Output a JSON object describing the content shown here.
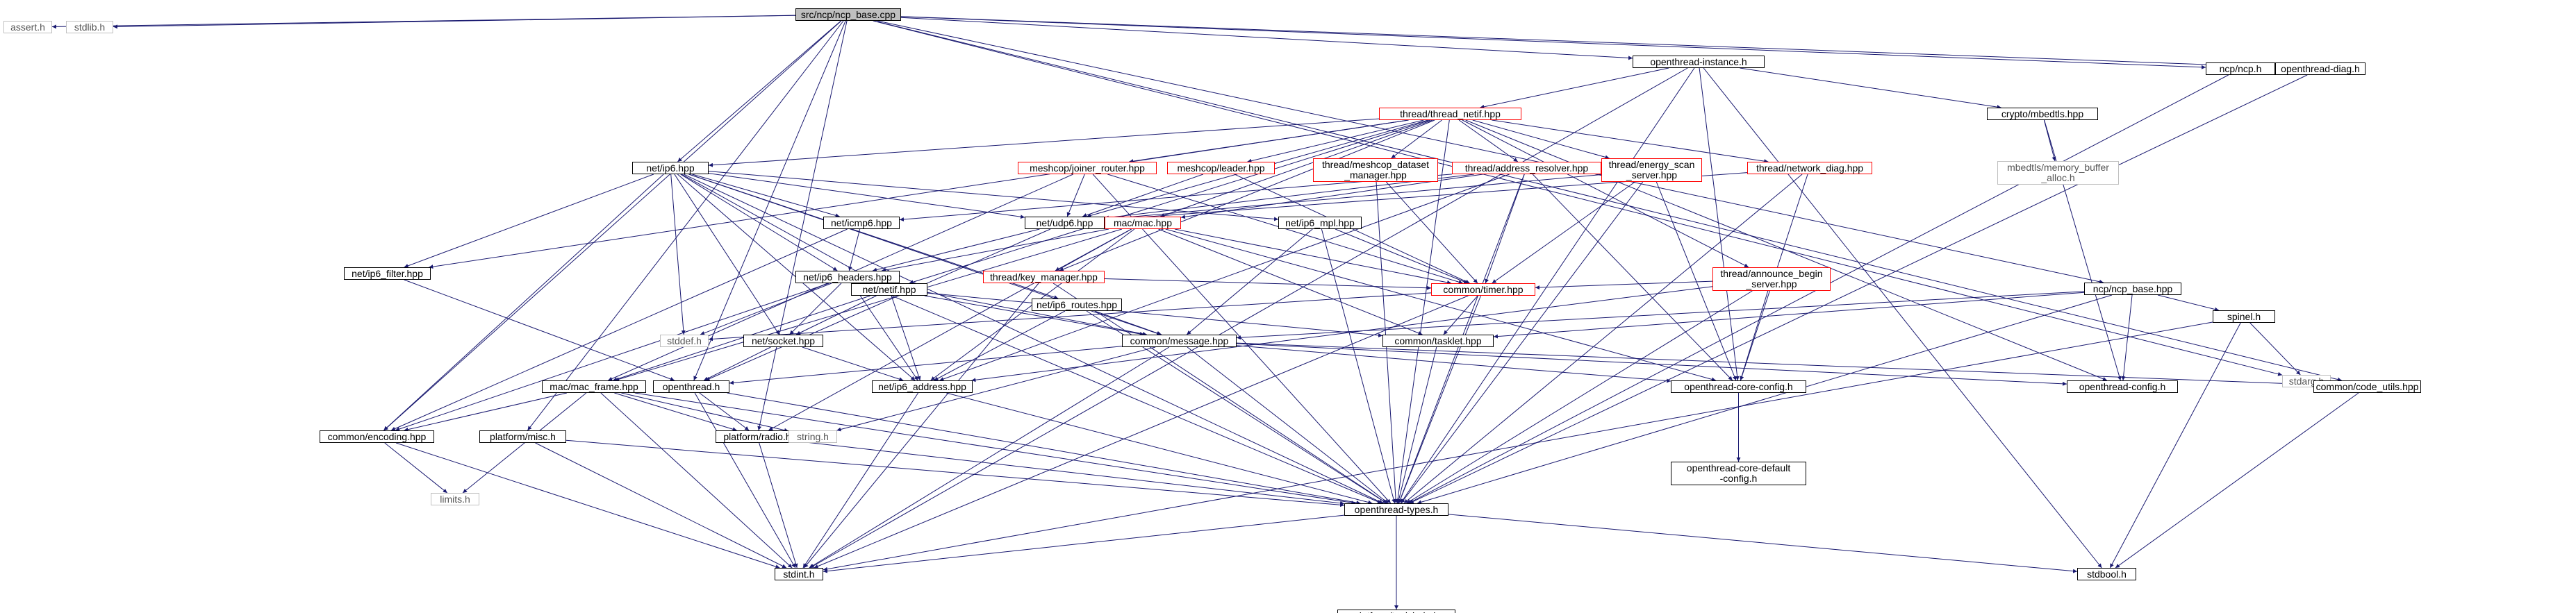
{
  "nodes": [
    {
      "id": "ncp_base_cpp",
      "label": "src/ncp/ncp_base.cpp",
      "kind": "root"
    },
    {
      "id": "assert_h",
      "label": "assert.h",
      "kind": "gray"
    },
    {
      "id": "stdlib_h",
      "label": "stdlib.h",
      "kind": "gray"
    },
    {
      "id": "ot_instance",
      "label": "openthread-instance.h",
      "kind": "normal"
    },
    {
      "id": "ncp_h",
      "label": "ncp/ncp.h",
      "kind": "normal"
    },
    {
      "id": "ot_diag",
      "label": "openthread-diag.h",
      "kind": "normal"
    },
    {
      "id": "thread_netif",
      "label": "thread/thread_netif.hpp",
      "kind": "red"
    },
    {
      "id": "crypto_mbedtls",
      "label": "crypto/mbedtls.hpp",
      "kind": "normal"
    },
    {
      "id": "mbedtls_membuf",
      "label": "mbedtls/memory_buffer\n_alloc.h",
      "kind": "gray"
    },
    {
      "id": "net_ip6",
      "label": "net/ip6.hpp",
      "kind": "normal"
    },
    {
      "id": "joiner_router",
      "label": "meshcop/joiner_router.hpp",
      "kind": "red"
    },
    {
      "id": "meshcop_leader",
      "label": "meshcop/leader.hpp",
      "kind": "red"
    },
    {
      "id": "meshcop_dataset",
      "label": "thread/meshcop_dataset\n_manager.hpp",
      "kind": "red"
    },
    {
      "id": "address_resolver",
      "label": "thread/address_resolver.hpp",
      "kind": "red"
    },
    {
      "id": "energy_scan",
      "label": "thread/energy_scan\n_server.hpp",
      "kind": "red"
    },
    {
      "id": "network_diag",
      "label": "thread/network_diag.hpp",
      "kind": "red"
    },
    {
      "id": "net_icmp6",
      "label": "net/icmp6.hpp",
      "kind": "normal"
    },
    {
      "id": "net_udp6",
      "label": "net/udp6.hpp",
      "kind": "normal"
    },
    {
      "id": "mac_mac",
      "label": "mac/mac.hpp",
      "kind": "red"
    },
    {
      "id": "net_ip6_mpl",
      "label": "net/ip6_mpl.hpp",
      "kind": "normal"
    },
    {
      "id": "net_ip6_filter",
      "label": "net/ip6_filter.hpp",
      "kind": "normal"
    },
    {
      "id": "net_ip6_headers",
      "label": "net/ip6_headers.hpp",
      "kind": "normal"
    },
    {
      "id": "key_manager",
      "label": "thread/key_manager.hpp",
      "kind": "red"
    },
    {
      "id": "announce_begin",
      "label": "thread/announce_begin\n_server.hpp",
      "kind": "red"
    },
    {
      "id": "net_netif",
      "label": "net/netif.hpp",
      "kind": "normal"
    },
    {
      "id": "net_ip6_routes",
      "label": "net/ip6_routes.hpp",
      "kind": "normal"
    },
    {
      "id": "common_timer",
      "label": "common/timer.hpp",
      "kind": "red"
    },
    {
      "id": "ncp_base_hpp",
      "label": "ncp/ncp_base.hpp",
      "kind": "normal"
    },
    {
      "id": "spinel_h",
      "label": "spinel.h",
      "kind": "normal"
    },
    {
      "id": "stddef_h",
      "label": "stddef.h",
      "kind": "gray"
    },
    {
      "id": "net_socket",
      "label": "net/socket.hpp",
      "kind": "normal"
    },
    {
      "id": "common_message",
      "label": "common/message.hpp",
      "kind": "normal"
    },
    {
      "id": "common_tasklet",
      "label": "common/tasklet.hpp",
      "kind": "normal"
    },
    {
      "id": "stdarg_h",
      "label": "stdarg.h",
      "kind": "gray"
    },
    {
      "id": "mac_frame",
      "label": "mac/mac_frame.hpp",
      "kind": "normal"
    },
    {
      "id": "openthread_h",
      "label": "openthread.h",
      "kind": "normal"
    },
    {
      "id": "net_ip6_address",
      "label": "net/ip6_address.hpp",
      "kind": "normal"
    },
    {
      "id": "ot_core_config",
      "label": "openthread-core-config.h",
      "kind": "normal"
    },
    {
      "id": "ot_config",
      "label": "openthread-config.h",
      "kind": "normal"
    },
    {
      "id": "code_utils",
      "label": "common/code_utils.hpp",
      "kind": "normal"
    },
    {
      "id": "common_encoding",
      "label": "common/encoding.hpp",
      "kind": "normal"
    },
    {
      "id": "platform_misc",
      "label": "platform/misc.h",
      "kind": "normal"
    },
    {
      "id": "platform_radio",
      "label": "platform/radio.h",
      "kind": "normal"
    },
    {
      "id": "string_h",
      "label": "string.h",
      "kind": "gray"
    },
    {
      "id": "ot_core_default",
      "label": "openthread-core-default\n-config.h",
      "kind": "normal"
    },
    {
      "id": "limits_h",
      "label": "limits.h",
      "kind": "gray"
    },
    {
      "id": "ot_types",
      "label": "openthread-types.h",
      "kind": "normal"
    },
    {
      "id": "stdint_h",
      "label": "stdint.h",
      "kind": "normal"
    },
    {
      "id": "stdbool_h",
      "label": "stdbool.h",
      "kind": "normal"
    },
    {
      "id": "platform_toolchain",
      "label": "platform/toolchain.h",
      "kind": "normal"
    }
  ],
  "edges": [
    [
      "ncp_base_cpp",
      "assert_h"
    ],
    [
      "ncp_base_cpp",
      "stdlib_h"
    ],
    [
      "ncp_base_cpp",
      "ot_instance"
    ],
    [
      "ncp_base_cpp",
      "ncp_h"
    ],
    [
      "ncp_base_cpp",
      "ot_diag"
    ],
    [
      "ncp_base_cpp",
      "net_ip6"
    ],
    [
      "ncp_base_cpp",
      "ncp_base_hpp"
    ],
    [
      "ncp_base_cpp",
      "code_utils"
    ],
    [
      "ncp_base_cpp",
      "stdarg_h"
    ],
    [
      "ncp_base_cpp",
      "openthread_h"
    ],
    [
      "ncp_base_cpp",
      "platform_misc"
    ],
    [
      "ncp_base_cpp",
      "platform_radio"
    ],
    [
      "ncp_base_cpp",
      "common_encoding"
    ],
    [
      "ot_instance",
      "thread_netif"
    ],
    [
      "ot_instance",
      "crypto_mbedtls"
    ],
    [
      "ot_instance",
      "stdint_h"
    ],
    [
      "ot_instance",
      "stdbool_h"
    ],
    [
      "ot_instance",
      "ot_types"
    ],
    [
      "ot_instance",
      "ot_core_config"
    ],
    [
      "ncp_h",
      "ot_types"
    ],
    [
      "ot_diag",
      "ot_types"
    ],
    [
      "crypto_mbedtls",
      "mbedtls_membuf"
    ],
    [
      "crypto_mbedtls",
      "ot_config"
    ],
    [
      "thread_netif",
      "net_ip6"
    ],
    [
      "thread_netif",
      "joiner_router"
    ],
    [
      "thread_netif",
      "meshcop_leader"
    ],
    [
      "thread_netif",
      "meshcop_dataset"
    ],
    [
      "thread_netif",
      "address_resolver"
    ],
    [
      "thread_netif",
      "energy_scan"
    ],
    [
      "thread_netif",
      "network_diag"
    ],
    [
      "thread_netif",
      "announce_begin"
    ],
    [
      "thread_netif",
      "mac_mac"
    ],
    [
      "thread_netif",
      "key_manager"
    ],
    [
      "thread_netif",
      "net_netif"
    ],
    [
      "thread_netif",
      "net_udp6"
    ],
    [
      "thread_netif",
      "ot_types"
    ],
    [
      "thread_netif",
      "ot_config"
    ],
    [
      "thread_netif",
      "net_ip6_filter"
    ],
    [
      "net_ip6",
      "net_icmp6"
    ],
    [
      "net_ip6",
      "net_udp6"
    ],
    [
      "net_ip6",
      "net_ip6_mpl"
    ],
    [
      "net_ip6",
      "net_ip6_headers"
    ],
    [
      "net_ip6",
      "net_ip6_routes"
    ],
    [
      "net_ip6",
      "net_netif"
    ],
    [
      "net_ip6",
      "net_socket"
    ],
    [
      "net_ip6",
      "common_message"
    ],
    [
      "net_ip6",
      "net_ip6_address"
    ],
    [
      "net_ip6",
      "stddef_h"
    ],
    [
      "net_ip6",
      "common_encoding"
    ],
    [
      "net_ip6",
      "ot_types"
    ],
    [
      "net_ip6",
      "net_ip6_filter"
    ],
    [
      "joiner_router",
      "net_udp6"
    ],
    [
      "joiner_router",
      "common_timer"
    ],
    [
      "joiner_router",
      "mac_frame"
    ],
    [
      "joiner_router",
      "ot_types"
    ],
    [
      "meshcop_leader",
      "net_udp6"
    ],
    [
      "meshcop_leader",
      "common_timer"
    ],
    [
      "meshcop_dataset",
      "common_timer"
    ],
    [
      "meshcop_dataset",
      "ot_types"
    ],
    [
      "address_resolver",
      "net_udp6"
    ],
    [
      "address_resolver",
      "net_icmp6"
    ],
    [
      "address_resolver",
      "mac_mac"
    ],
    [
      "address_resolver",
      "common_timer"
    ],
    [
      "address_resolver",
      "ot_core_config"
    ],
    [
      "address_resolver",
      "ot_types"
    ],
    [
      "address_resolver",
      "net_ip6_address"
    ],
    [
      "energy_scan",
      "net_udp6"
    ],
    [
      "energy_scan",
      "common_timer"
    ],
    [
      "energy_scan",
      "ot_core_config"
    ],
    [
      "energy_scan",
      "ot_types"
    ],
    [
      "network_diag",
      "net_udp6"
    ],
    [
      "network_diag",
      "ot_core_config"
    ],
    [
      "network_diag",
      "ot_types"
    ],
    [
      "net_icmp6",
      "net_ip6_headers"
    ],
    [
      "net_icmp6",
      "common_encoding"
    ],
    [
      "net_udp6",
      "net_ip6_headers"
    ],
    [
      "net_udp6",
      "openthread_h"
    ],
    [
      "mac_mac",
      "net_ip6_headers"
    ],
    [
      "mac_mac",
      "key_manager"
    ],
    [
      "mac_mac",
      "common_timer"
    ],
    [
      "mac_mac",
      "common_tasklet"
    ],
    [
      "mac_mac",
      "mac_frame"
    ],
    [
      "mac_mac",
      "platform_radio"
    ],
    [
      "mac_mac",
      "ot_core_config"
    ],
    [
      "mac_mac",
      "net_ip6_address"
    ],
    [
      "net_ip6_mpl",
      "common_timer"
    ],
    [
      "net_ip6_mpl",
      "common_message"
    ],
    [
      "net_ip6_mpl",
      "ot_types"
    ],
    [
      "net_ip6_filter",
      "openthread_h"
    ],
    [
      "net_ip6_headers",
      "net_netif"
    ],
    [
      "net_ip6_headers",
      "net_socket"
    ],
    [
      "net_ip6_headers",
      "common_message"
    ],
    [
      "net_ip6_headers",
      "net_ip6_address"
    ],
    [
      "net_ip6_headers",
      "common_encoding"
    ],
    [
      "net_ip6_headers",
      "stddef_h"
    ],
    [
      "net_ip6_headers",
      "ot_types"
    ],
    [
      "key_manager",
      "common_timer"
    ],
    [
      "key_manager",
      "ot_types"
    ],
    [
      "key_manager",
      "stdint_h"
    ],
    [
      "announce_begin",
      "common_timer"
    ],
    [
      "announce_begin",
      "ot_core_config"
    ],
    [
      "announce_begin",
      "ot_types"
    ],
    [
      "announce_begin",
      "net_ip6_address"
    ],
    [
      "net_netif",
      "net_socket"
    ],
    [
      "net_netif",
      "common_message"
    ],
    [
      "net_netif",
      "net_ip6_address"
    ],
    [
      "net_netif",
      "common_tasklet"
    ],
    [
      "net_netif",
      "mac_frame"
    ],
    [
      "net_ip6_routes",
      "common_message"
    ],
    [
      "net_ip6_routes",
      "net_ip6_address"
    ],
    [
      "net_ip6_routes",
      "ot_types"
    ],
    [
      "common_timer",
      "common_tasklet"
    ],
    [
      "common_timer",
      "stddef_h"
    ],
    [
      "common_timer",
      "ot_types"
    ],
    [
      "common_timer",
      "stdint_h"
    ],
    [
      "ncp_base_hpp",
      "spinel_h"
    ],
    [
      "ncp_base_hpp",
      "common_tasklet"
    ],
    [
      "ncp_base_hpp",
      "common_message"
    ],
    [
      "ncp_base_hpp",
      "ot_config"
    ],
    [
      "ncp_base_hpp",
      "ot_types"
    ],
    [
      "spinel_h",
      "stdarg_h"
    ],
    [
      "spinel_h",
      "stdbool_h"
    ],
    [
      "spinel_h",
      "stdint_h"
    ],
    [
      "net_socket",
      "openthread_h"
    ],
    [
      "net_socket",
      "net_ip6_address"
    ],
    [
      "common_message",
      "openthread_h"
    ],
    [
      "common_message",
      "code_utils"
    ],
    [
      "common_message",
      "ot_core_config"
    ],
    [
      "common_message",
      "string_h"
    ],
    [
      "common_message",
      "stdint_h"
    ],
    [
      "common_message",
      "ot_types"
    ],
    [
      "common_message",
      "ot_config"
    ],
    [
      "common_tasklet",
      "ot_types"
    ],
    [
      "code_utils",
      "stdbool_h"
    ],
    [
      "mac_frame",
      "limits_h"
    ],
    [
      "mac_frame",
      "stdint_h"
    ],
    [
      "mac_frame",
      "string_h"
    ],
    [
      "mac_frame",
      "common_encoding"
    ],
    [
      "mac_frame",
      "platform_radio"
    ],
    [
      "mac_frame",
      "ot_types"
    ],
    [
      "openthread_h",
      "ot_types"
    ],
    [
      "openthread_h",
      "platform_radio"
    ],
    [
      "openthread_h",
      "stdint_h"
    ],
    [
      "net_ip6_address",
      "ot_types"
    ],
    [
      "net_ip6_address",
      "stdint_h"
    ],
    [
      "ot_core_config",
      "ot_core_default"
    ],
    [
      "common_encoding",
      "limits_h"
    ],
    [
      "common_encoding",
      "stdint_h"
    ],
    [
      "platform_misc",
      "ot_types"
    ],
    [
      "platform_misc",
      "stdint_h"
    ],
    [
      "platform_radio",
      "ot_types"
    ],
    [
      "platform_radio",
      "stdint_h"
    ],
    [
      "ot_types",
      "stdint_h"
    ],
    [
      "ot_types",
      "stdbool_h"
    ],
    [
      "ot_types",
      "platform_toolchain"
    ]
  ]
}
